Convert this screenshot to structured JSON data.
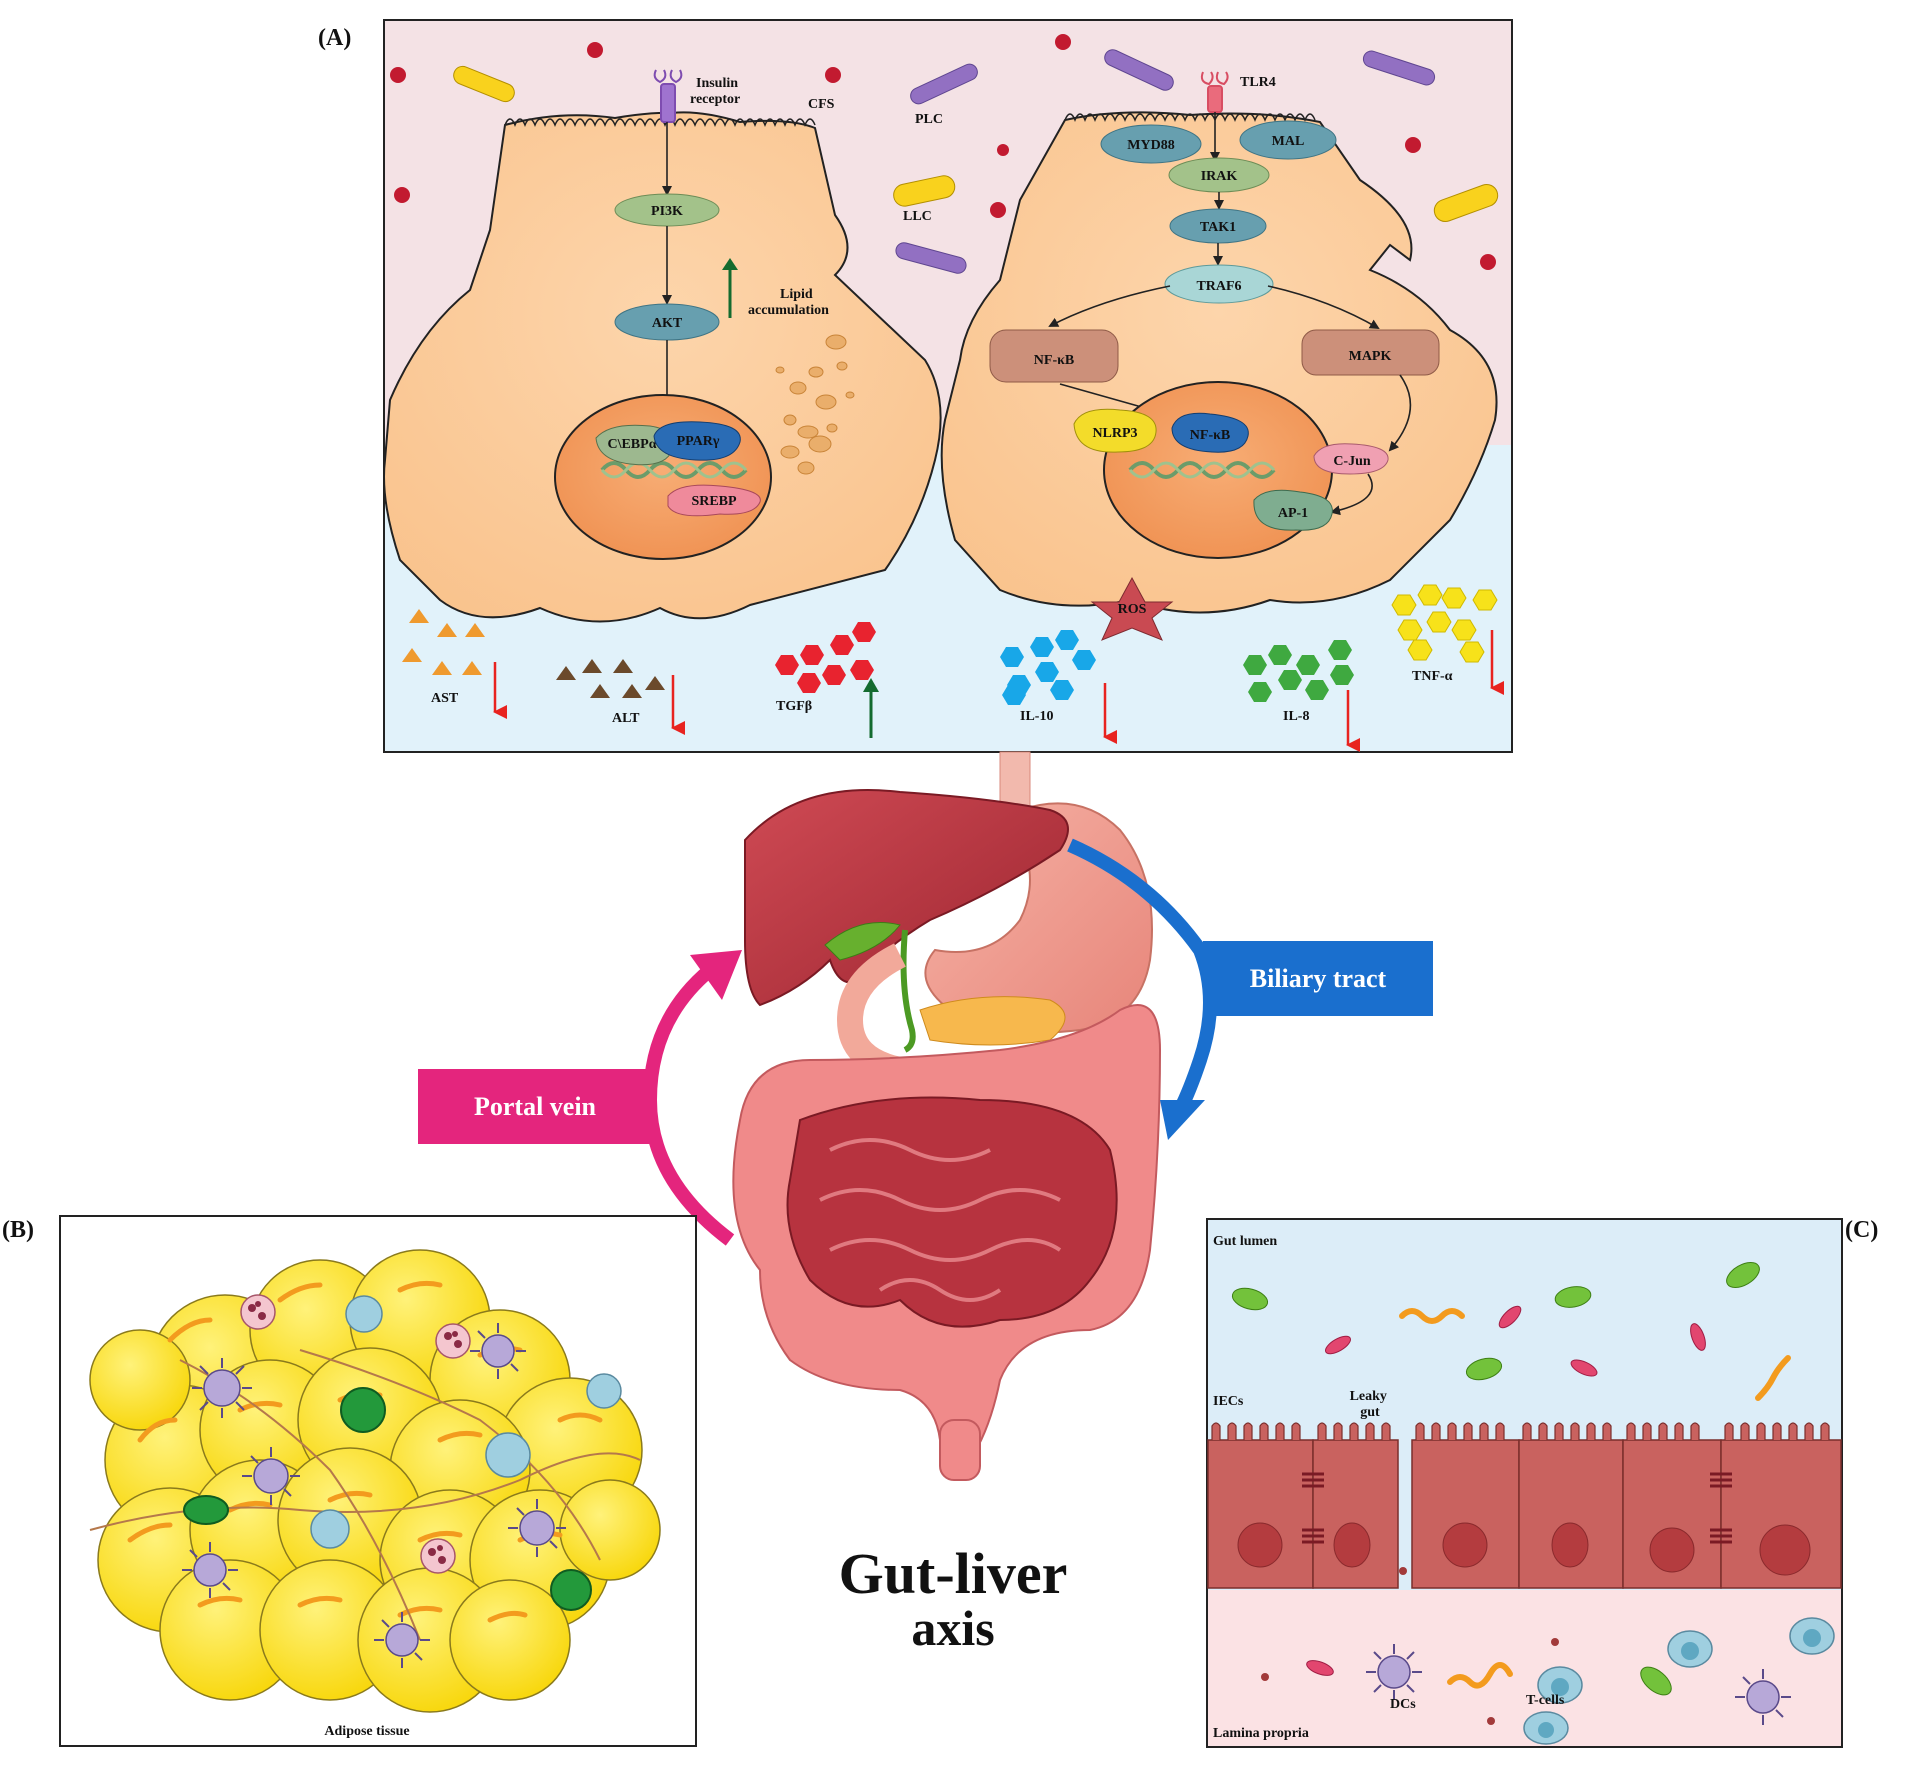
{
  "panels": {
    "a": {
      "label": "(A)",
      "receptors": {
        "insulin_line1": "Insulin",
        "insulin_line2": "receptor",
        "tlr4": "TLR4"
      },
      "bacteria": {
        "cfs": "CFS",
        "plc": "PLC",
        "llc": "LLC"
      },
      "left_cell": {
        "pi3k": "PI3K",
        "akt": "AKT",
        "lipid_line1": "Lipid",
        "lipid_line2": "accumulation",
        "cebpa": "C\\EBPα",
        "ppar": "PPARγ",
        "srebp": "SREBP"
      },
      "right_cell": {
        "myd88": "MYD88",
        "mal": "MAL",
        "irak": "IRAK",
        "tak1": "TAK1",
        "traf6": "TRAF6",
        "nfkb": "NF-κB",
        "mapk": "MAPK",
        "nlrp3": "NLRP3",
        "nfkb_nuc": "NF-κB",
        "cjun": "C-Jun",
        "ap1": "AP-1",
        "ros": "ROS"
      },
      "markers": {
        "ast": "AST",
        "alt": "ALT",
        "tgfb": "TGFβ",
        "il10": "IL-10",
        "il8": "IL-8",
        "tnfa": "TNF-α"
      }
    },
    "b": {
      "label": "(B)",
      "caption": "Adipose tissue"
    },
    "c": {
      "label": "(C)",
      "gut_lumen": "Gut lumen",
      "iecs": "IECs",
      "leaky_line1": "Leaky",
      "leaky_line2": "gut",
      "dcs": "DCs",
      "tcells": "T-cells",
      "lamina": "Lamina propria"
    }
  },
  "center": {
    "portal_vein": "Portal vein",
    "biliary_tract": "Biliary tract",
    "title_line1": "Gut-liver",
    "title_line2": "axis"
  },
  "colors": {
    "portal": "#e4257d",
    "biliary": "#1a6fce",
    "up_arrow": "#136b2f",
    "down_arrow": "#e8231f",
    "cell": "#fccb9b",
    "nucleus": "#f6a064",
    "adipocyte": "#ffe21a",
    "iec": "#c9625f"
  }
}
